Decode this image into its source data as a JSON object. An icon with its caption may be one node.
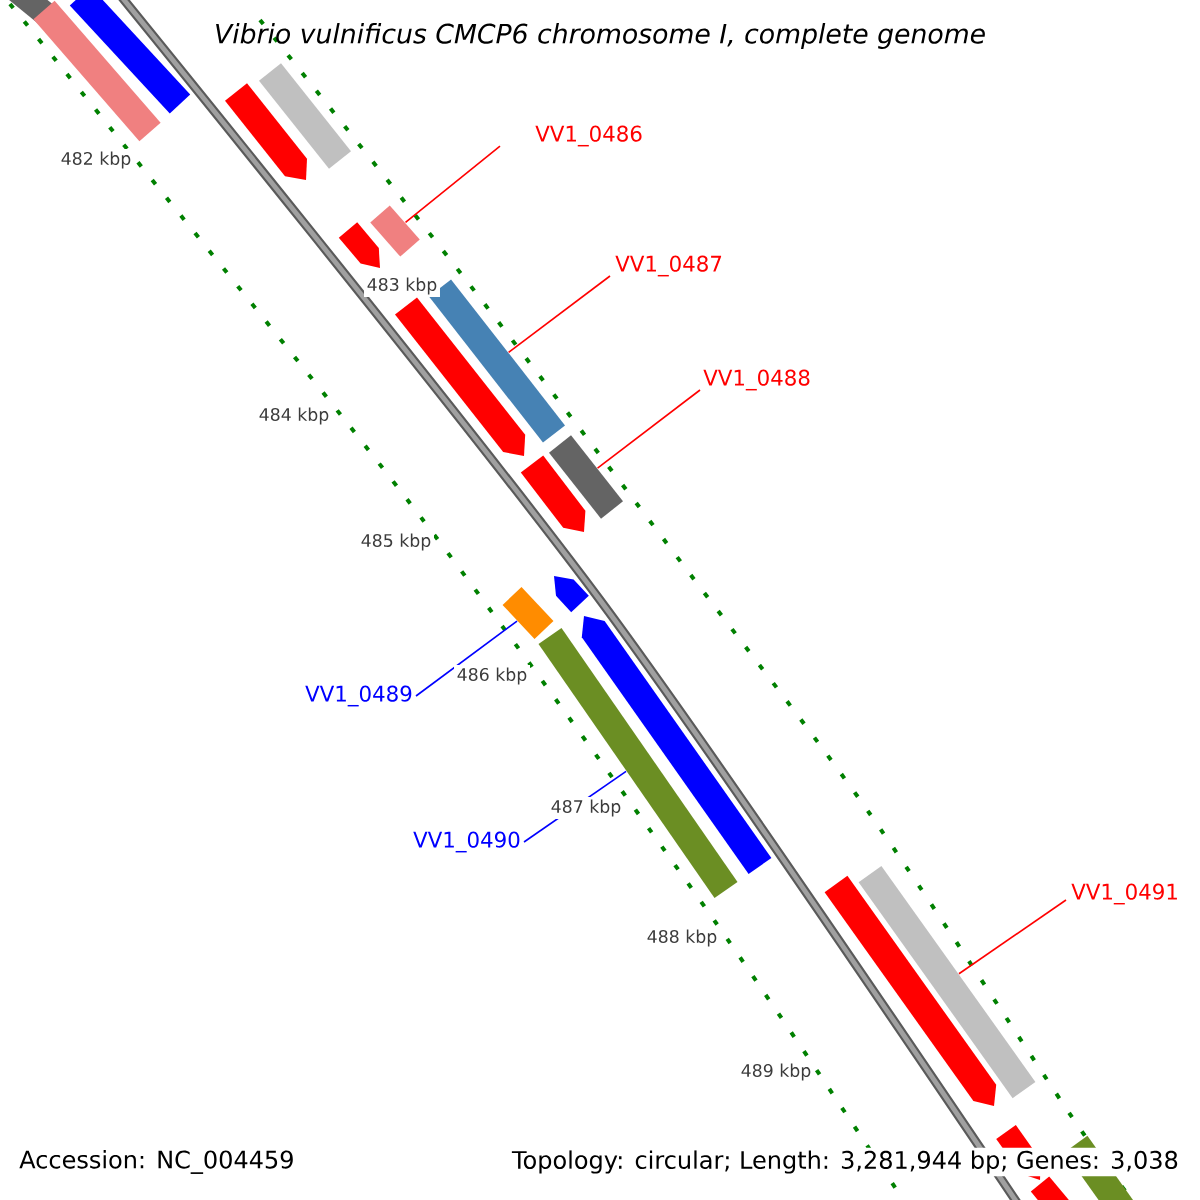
{
  "diagram": {
    "title": "Vibrio vulnificus CMCP6 chromosome I, complete genome",
    "nodes": [
      {
        "text": [
          "VV1_0486"
        ]
      },
      {
        "text": [
          "VV1_0487"
        ]
      },
      {
        "text": [
          "VV1_0488"
        ]
      },
      {
        "text": [
          "VV1_0489"
        ]
      },
      {
        "text": [
          "VV1_0490"
        ]
      },
      {
        "text": [
          "VV1_0491"
        ]
      },
      {
        "text": [],
        "shape": "bar"
      },
      {
        "text": [],
        "shape": "bar"
      },
      {
        "text": [],
        "shape": "bar"
      },
      {
        "text": [],
        "shape": "bar"
      },
      {
        "text": [],
        "shape": "bar"
      },
      {
        "text": [],
        "shape": "bar"
      }
    ],
    "edges": [
      {
        "from": 0,
        "to": 6,
        "arrow": "none"
      },
      {
        "from": 1,
        "to": 7,
        "arrow": "none"
      },
      {
        "from": 2,
        "to": 8,
        "arrow": "none"
      },
      {
        "from": 3,
        "to": 9,
        "arrow": "none",
        "color": "#0000ff"
      },
      {
        "from": 4,
        "to": 10,
        "arrow": "none",
        "color": "#0000ff"
      },
      {
        "from": 5,
        "to": 11,
        "arrow": "none"
      }
    ],
    "labels": [
      "482 kbp",
      "483 kbp",
      "484 kbp",
      "485 kbp",
      "486 kbp",
      "487 kbp",
      "488 kbp",
      "489 kbp",
      "Accession: NC_004459",
      "Topology: circular; Length: 3,281,944 bp; Genes: 3,038"
    ]
  }
}
